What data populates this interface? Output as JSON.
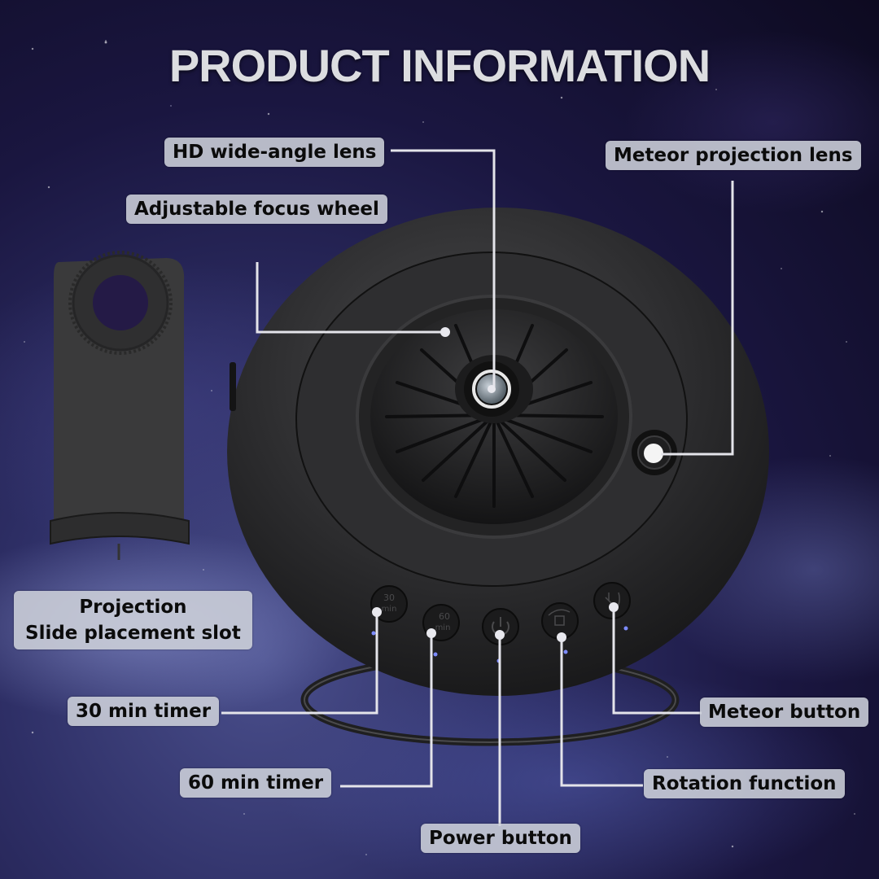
{
  "title": "PRODUCT INFORMATION",
  "colors": {
    "background": "#1a1640",
    "label_bg": "#cdd0da",
    "label_text": "#0b0b0b",
    "title_text": "#dcdde0",
    "leader_line": "#e4e4ea",
    "device_body": "#2a2a2c",
    "indicator_led": "#7d8cff"
  },
  "labels": {
    "hd_lens": "HD wide-angle lens",
    "focus_wheel": "Adjustable focus wheel",
    "meteor_lens": "Meteor projection lens",
    "slide_slot_line1": "Projection",
    "slide_slot_line2": "Slide placement slot",
    "timer_30": "30 min timer",
    "timer_60": "60 min timer",
    "power": "Power button",
    "rotation": "Rotation function",
    "meteor_button": "Meteor button"
  },
  "device_buttons": [
    {
      "name": "30-min-timer",
      "glyph": "30 min"
    },
    {
      "name": "60-min-timer",
      "glyph": "60 min"
    },
    {
      "name": "power",
      "glyph": "⏻"
    },
    {
      "name": "rotation",
      "glyph": "rotate"
    },
    {
      "name": "meteor",
      "glyph": "meteor"
    }
  ]
}
